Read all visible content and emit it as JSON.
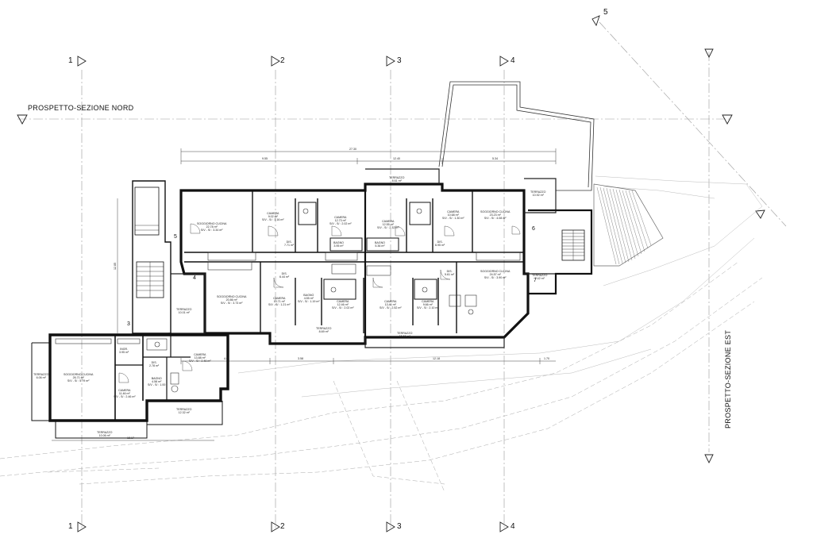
{
  "titles": {
    "north": "PROSPETTO-SEZIONE NORD",
    "east": "PROSPETTO-SEZIONE EST"
  },
  "grid_labels": [
    "1",
    "2",
    "3",
    "4",
    "5"
  ],
  "dimensions": {
    "top_total": "27.30",
    "top_segments": [
      "9.55",
      "12.40",
      "5.34"
    ],
    "bottom_segments": [
      "4.91",
      "3.58",
      "12.18",
      "1.70"
    ],
    "left_height": "12.85",
    "annex_bottom": "18.17"
  },
  "rooms": [
    {
      "id": "r1",
      "name": "SOGGIORNO CUCINA",
      "area": "22.78 m²",
      "note": "S/V - S/ : 3.34 m²"
    },
    {
      "id": "r2",
      "name": "CAMERA",
      "area": "9.02 m²",
      "note": "S/V - S/ : 1.16 m²"
    },
    {
      "id": "r3",
      "name": "CAMERA",
      "area": "12.73 m²",
      "note": "S/V - S/ : 2.02 m²"
    },
    {
      "id": "r4",
      "name": "CAMERA",
      "area": "12.55 m²",
      "note": "S/V - S/ : 2.32 m²"
    },
    {
      "id": "r5",
      "name": "CAMERA",
      "area": "10.68 m²",
      "note": "S/V - S/ : 1.30 m²"
    },
    {
      "id": "r6",
      "name": "SOGGIORNO CUCINA",
      "area": "23.23 m²",
      "note": "S/V - S/ : 4.08 m²"
    },
    {
      "id": "r7",
      "name": "TERRAZZO",
      "area": "8.61 m²",
      "note": ""
    },
    {
      "id": "r8",
      "name": "TERRAZZO",
      "area": "10.92 m²",
      "note": ""
    },
    {
      "id": "r9",
      "name": "DIS.",
      "area": "7.71 m²",
      "note": ""
    },
    {
      "id": "r10",
      "name": "DIS.",
      "area": "6.95 m²",
      "note": ""
    },
    {
      "id": "r11",
      "name": "BAGNO",
      "area": "3.95 m²",
      "note": ""
    },
    {
      "id": "r12",
      "name": "BAGNO",
      "area": "5.36 m²",
      "note": ""
    },
    {
      "id": "r13",
      "name": "SOGGIORNO CUCINA",
      "area": "20.86 m²",
      "note": "S/V - S/ : 3.73 m²"
    },
    {
      "id": "r14",
      "name": "CAMERA",
      "area": "10.71 m²",
      "note": "S/V - S/ : 1.21 m²"
    },
    {
      "id": "r15",
      "name": "BAGNO",
      "area": "4.55 m²",
      "note": "S/V - S/ : 1.19 m²"
    },
    {
      "id": "r16",
      "name": "CAMERA",
      "area": "12.46 m²",
      "note": "S/V - S/ : 2.02 m²"
    },
    {
      "id": "r17",
      "name": "CAMERA",
      "area": "13.41 m²",
      "note": "S/V - S/ : 2.52 m²"
    },
    {
      "id": "r18",
      "name": "CAMERA",
      "area": "9.66 m²",
      "note": "S/V - S/ : 2.10 m²"
    },
    {
      "id": "r19",
      "name": "SOGGIORNO CUCINA",
      "area": "24.57 m²",
      "note": "S/V - S/ : 3.90 m²"
    },
    {
      "id": "r20",
      "name": "DIS.",
      "area": "6.44 m²",
      "note": ""
    },
    {
      "id": "r21",
      "name": "DIS.",
      "area": "5.61 m²",
      "note": ""
    },
    {
      "id": "r22",
      "name": "TERRAZZO",
      "area": "7.42 m²",
      "note": ""
    },
    {
      "id": "r23",
      "name": "TERRAZZO",
      "area": "10.01 m²",
      "note": ""
    },
    {
      "id": "r24",
      "name": "TERRAZZO",
      "area": "8.69 m²",
      "note": ""
    },
    {
      "id": "r25",
      "name": "TERRAZZO",
      "area": "15.56 m²",
      "note": ""
    },
    {
      "id": "r26",
      "name": "SOGGIORNO CUCINA",
      "area": "26.71 m²",
      "note": "S/V - S/ : 5.79 m²"
    },
    {
      "id": "r27",
      "name": "INGR.",
      "area": "3.95 m²",
      "note": ""
    },
    {
      "id": "r28",
      "name": "CAMERA",
      "area": "11.46 m²",
      "note": "S/V - S/ : 2.46 m²"
    },
    {
      "id": "r29",
      "name": "CAMERA",
      "area": "13.88 m²",
      "note": "S/V - S/ : 2.46 m²"
    },
    {
      "id": "r30",
      "name": "DIS.",
      "area": "2.78 m²",
      "note": ""
    },
    {
      "id": "r31",
      "name": "BAGNO",
      "area": "4.58 m²",
      "note": "S/V - S/ : 1.00"
    },
    {
      "id": "r32",
      "name": "TERRAZZO",
      "area": "12.32 m²",
      "note": ""
    },
    {
      "id": "r33",
      "name": "TERRAZZO",
      "area": "6.06 m²",
      "note": ""
    },
    {
      "id": "r34",
      "name": "TERRAZZO",
      "area": "10.06 m²",
      "note": ""
    }
  ],
  "room_numbers": [
    "3",
    "4",
    "5",
    "6",
    "7"
  ]
}
